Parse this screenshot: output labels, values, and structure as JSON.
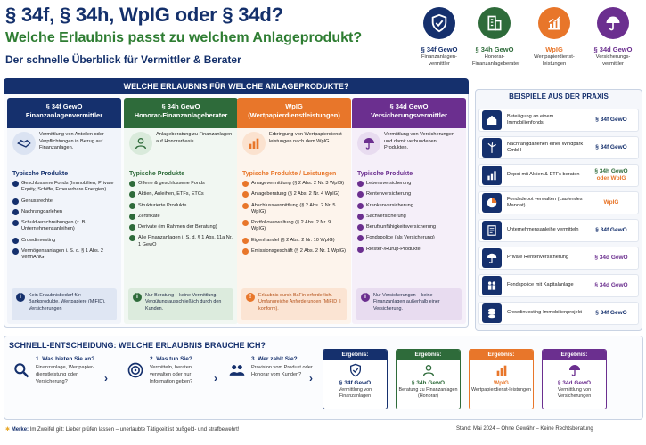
{
  "header": {
    "title": "§ 34f, § 34h, WpIG oder § 34d?",
    "subtitle": "Welche Erlaubnis passt zu welchem Anlageprodukt?",
    "tagline": "Der schnelle Überblick für Vermittler & Berater",
    "icons": [
      {
        "icon": "shield-check-icon",
        "title": "§ 34f GewO",
        "desc": "Finanzanlagen-vermittler",
        "color": "#15306d"
      },
      {
        "icon": "building-icon",
        "title": "§ 34h GewO",
        "desc": "Honorar-Finanzanlageberater",
        "color": "#2e6b3a"
      },
      {
        "icon": "chart-up-icon",
        "title": "WpIG",
        "desc": "Wertpapierdienst-leistungen",
        "color": "#e8762a"
      },
      {
        "icon": "umbrella-icon",
        "title": "§ 34d GewO",
        "desc": "Versicherungs-vermittler",
        "color": "#6b2f8f"
      }
    ]
  },
  "main": {
    "banner": "WELCHE ERLAUBNIS FÜR WELCHE ANLAGEPRODUKTE?",
    "columns": [
      {
        "head1": "§ 34f GewO",
        "head2": "Finanzanlagenvermittler",
        "color": "#15306d",
        "icon": "handshake-icon",
        "intro": "Vermittlung von Anteilen oder Verpflichtungen in Bezug auf Finanzanlagen.",
        "section": "Typische Produkte",
        "items": [
          "Geschlossene Fonds (Immobilien, Private Equity, Schiffe, Erneuerbare Energien)",
          "Genussrechte",
          "Nachrangdarlehen",
          "Schuldverschreibungen (z. B. Unternehmensanleihen)",
          "Crowdinvesting",
          "Vermögensanlagen i. S. d. § 1 Abs. 2 VermAnlG"
        ],
        "note": "Kein Erlaubnisbedarf für: Bankprodukte, Wertpapiere (MiFID), Versicherungen"
      },
      {
        "head1": "§ 34h GewO",
        "head2": "Honorar-Finanzanlageberater",
        "color": "#2e6b3a",
        "icon": "person-icon",
        "intro": "Anlageberatung zu Finanzanlagen auf Honorarbasis.",
        "section": "Typische Produkte",
        "items": [
          "Offene & geschlossene Fonds",
          "Aktien, Anleihen, ETFs, ETCs",
          "Strukturierte Produkte",
          "Zertifikate",
          "Derivate (im Rahmen der Beratung)",
          "Alle Finanzanlagen i. S. d. § 1 Abs. 11a Nr. 1 GewO"
        ],
        "note": "Nur Beratung – keine Vermittlung. Vergütung ausschließlich durch den Kunden."
      },
      {
        "head1": "WpIG",
        "head2": "(Wertpapierdienstleistungen)",
        "color": "#e8762a",
        "icon": "chart-bars-icon",
        "intro": "Erbringung von Wertpapierdienst-leistungen nach dem WpIG.",
        "section": "Typische Produkte / Leistungen",
        "items": [
          "Anlagevermittlung (§ 2 Abs. 2 Nr. 3 WpIG)",
          "Anlageberatung (§ 2 Abs. 2 Nr. 4 WpIG)",
          "Abschlussvermittlung (§ 2 Abs. 2 Nr. 5 WpIG)",
          "Portfolioverwaltung (§ 2 Abs. 2 Nr. 9 WpIG)",
          "Eigenhandel (§ 2 Abs. 2 Nr. 10 WpIG)",
          "Emissionsgeschäft (§ 2 Abs. 2 Nr. 1 WpIG)"
        ],
        "note": "Erlaubnis durch BaFin erforderlich. Umfangreiche Anforderungen (MiFID II konform)."
      },
      {
        "head1": "§ 34d GewO",
        "head2": "Versicherungsvermittler",
        "color": "#6b2f8f",
        "icon": "umbrella-icon",
        "intro": "Vermittlung von Versicherungen und damit verbundenen Produkten.",
        "section": "Typische Produkte",
        "items": [
          "Lebensversicherung",
          "Rentenversicherung",
          "Krankenversicherung",
          "Sachversicherung",
          "Berufsunfähigkeitsversicherung",
          "Fondspolice (als Versicherung)",
          "Riester-/Rürup-Produkte"
        ],
        "note": "Nur Versicherungen – keine Finanzanlagen außerhalb einer Versicherung."
      }
    ]
  },
  "examples": {
    "title": "BEISPIELE AUS DER PRAXIS",
    "items": [
      {
        "icon": "house-icon",
        "text": "Beteiligung an einem Immobilienfonds",
        "result": "§ 34f GewO",
        "color": "#15306d"
      },
      {
        "icon": "wind-turbine-icon",
        "text": "Nachrangdarlehen einer Windpark GmbH",
        "result": "§ 34f GewO",
        "color": "#15306d"
      },
      {
        "icon": "bar-chart-icon",
        "text": "Depot mit Aktien & ETFs beraten",
        "result": "§ 34h GewO",
        "result2": "oder WpIG",
        "color": "#2e6b3a"
      },
      {
        "icon": "pie-chart-icon",
        "text": "Fondsdepot verwalten (Laufendes Mandat)",
        "result": "WpIG",
        "color": "#e8762a"
      },
      {
        "icon": "document-icon",
        "text": "Unternehmensanleihe vermitteln",
        "result": "§ 34f GewO",
        "color": "#15306d"
      },
      {
        "icon": "umbrella-icon",
        "text": "Private Rentenversicherung",
        "result": "§ 34d GewO",
        "color": "#6b2f8f"
      },
      {
        "icon": "family-icon",
        "text": "Fondspolice mit Kapitalanlage",
        "result": "§ 34d GewO",
        "color": "#6b2f8f"
      },
      {
        "icon": "coins-icon",
        "text": "Crowdinvesting-Immobilienprojekt",
        "result": "§ 34f GewO",
        "color": "#15306d"
      }
    ]
  },
  "decision": {
    "title": "SCHNELL-ENTSCHEIDUNG: WELCHE ERLAUBNIS BRAUCHE ICH?",
    "steps": [
      {
        "icon": "magnifier-icon",
        "title": "1. Was bieten Sie an?",
        "desc": "Finanzanlage, Wertpapier-dienstleistung oder Versicherung?"
      },
      {
        "icon": "target-icon",
        "title": "2. Was tun Sie?",
        "desc": "Vermitteln, beraten, verwalten oder nur Information geben?"
      },
      {
        "icon": "people-icon",
        "title": "3. Wer zahlt Sie?",
        "desc": "Provision vom Produkt oder Honorar vom Kunden?"
      }
    ],
    "results": [
      {
        "label": "Ergebnis:",
        "icon": "shield-check-icon",
        "title": "§ 34f GewO",
        "desc": "Vermittlung von Finanzanlagen",
        "color": "#15306d"
      },
      {
        "label": "Ergebnis:",
        "icon": "person-icon",
        "title": "§ 34h GewO",
        "desc": "Beratung zu Finanzanlagen (Honorar)",
        "color": "#2e6b3a"
      },
      {
        "label": "Ergebnis:",
        "icon": "chart-up-icon",
        "title": "WpIG",
        "desc": "Wertpapierdienst-leistungen",
        "color": "#e8762a"
      },
      {
        "label": "Ergebnis:",
        "icon": "umbrella-icon",
        "title": "§ 34d GewO",
        "desc": "Vermittlung von Versicherungen",
        "color": "#6b2f8f"
      }
    ]
  },
  "footer": {
    "label": "Merke:",
    "text": "Im Zweifel gilt: Lieber prüfen lassen – unerlaubte Tätigkeit ist bußgeld- und strafbewehrt!",
    "stand": "Stand: Mai 2024 – Ohne Gewähr – Keine Rechtsberatung"
  }
}
